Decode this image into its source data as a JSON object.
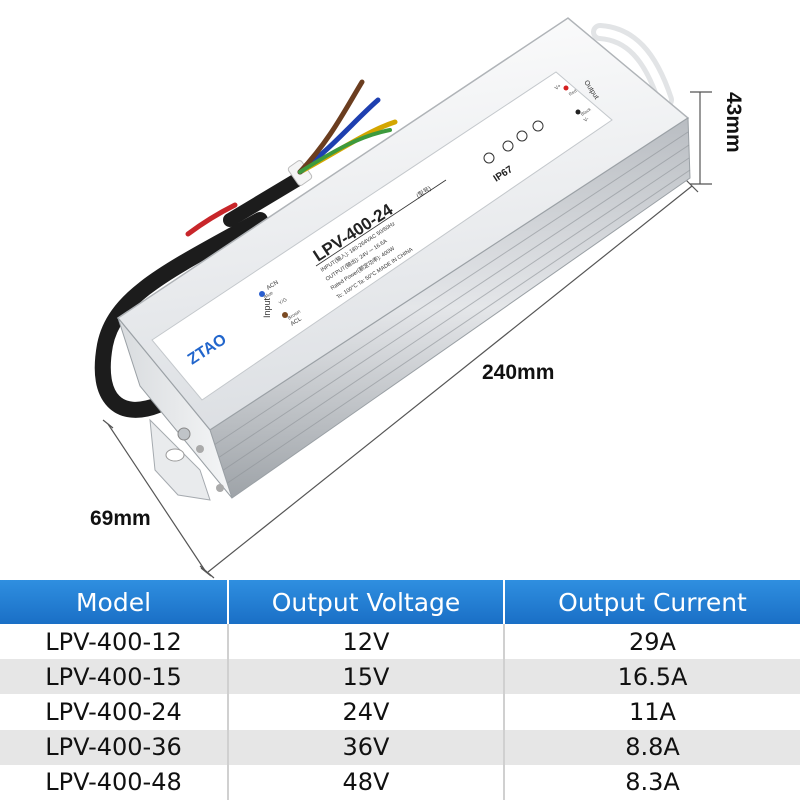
{
  "product": {
    "brand_logo": "ZTAO",
    "model_print": "LPV-400-24",
    "model_suffix": "(型号)",
    "spec_lines": [
      "INPUT(输入): 180-264VAC  50/60Hz",
      "OUTPUT(输出): 24V ⎓ 16.6A",
      "Rated Power(额定功率): 400W",
      "Tc: 100°C   Ta: 50°C   MADE IN CHINA"
    ],
    "rating": "IP67",
    "input_labels": [
      "Input",
      "ACN",
      "Blue",
      "Y/G",
      "Brown",
      "ACL"
    ],
    "output_labels": [
      "Output",
      "V+",
      "Red",
      "V-",
      "Black"
    ]
  },
  "dimensions": {
    "length": "240mm",
    "width": "69mm",
    "height": "43mm"
  },
  "table": {
    "headers": [
      "Model",
      "Output Voltage",
      "Output Current"
    ],
    "rows": [
      [
        "LPV-400-12",
        "12V",
        "29A"
      ],
      [
        "LPV-400-15",
        "15V",
        "16.5A"
      ],
      [
        "LPV-400-24",
        "24V",
        "11A"
      ],
      [
        "LPV-400-36",
        "36V",
        "8.8A"
      ],
      [
        "LPV-400-48",
        "48V",
        "8.3A"
      ]
    ]
  },
  "colors": {
    "header_blue": "#1a6fc6",
    "row_alt": "#e6e6e6",
    "housing": "#e8eaec"
  }
}
